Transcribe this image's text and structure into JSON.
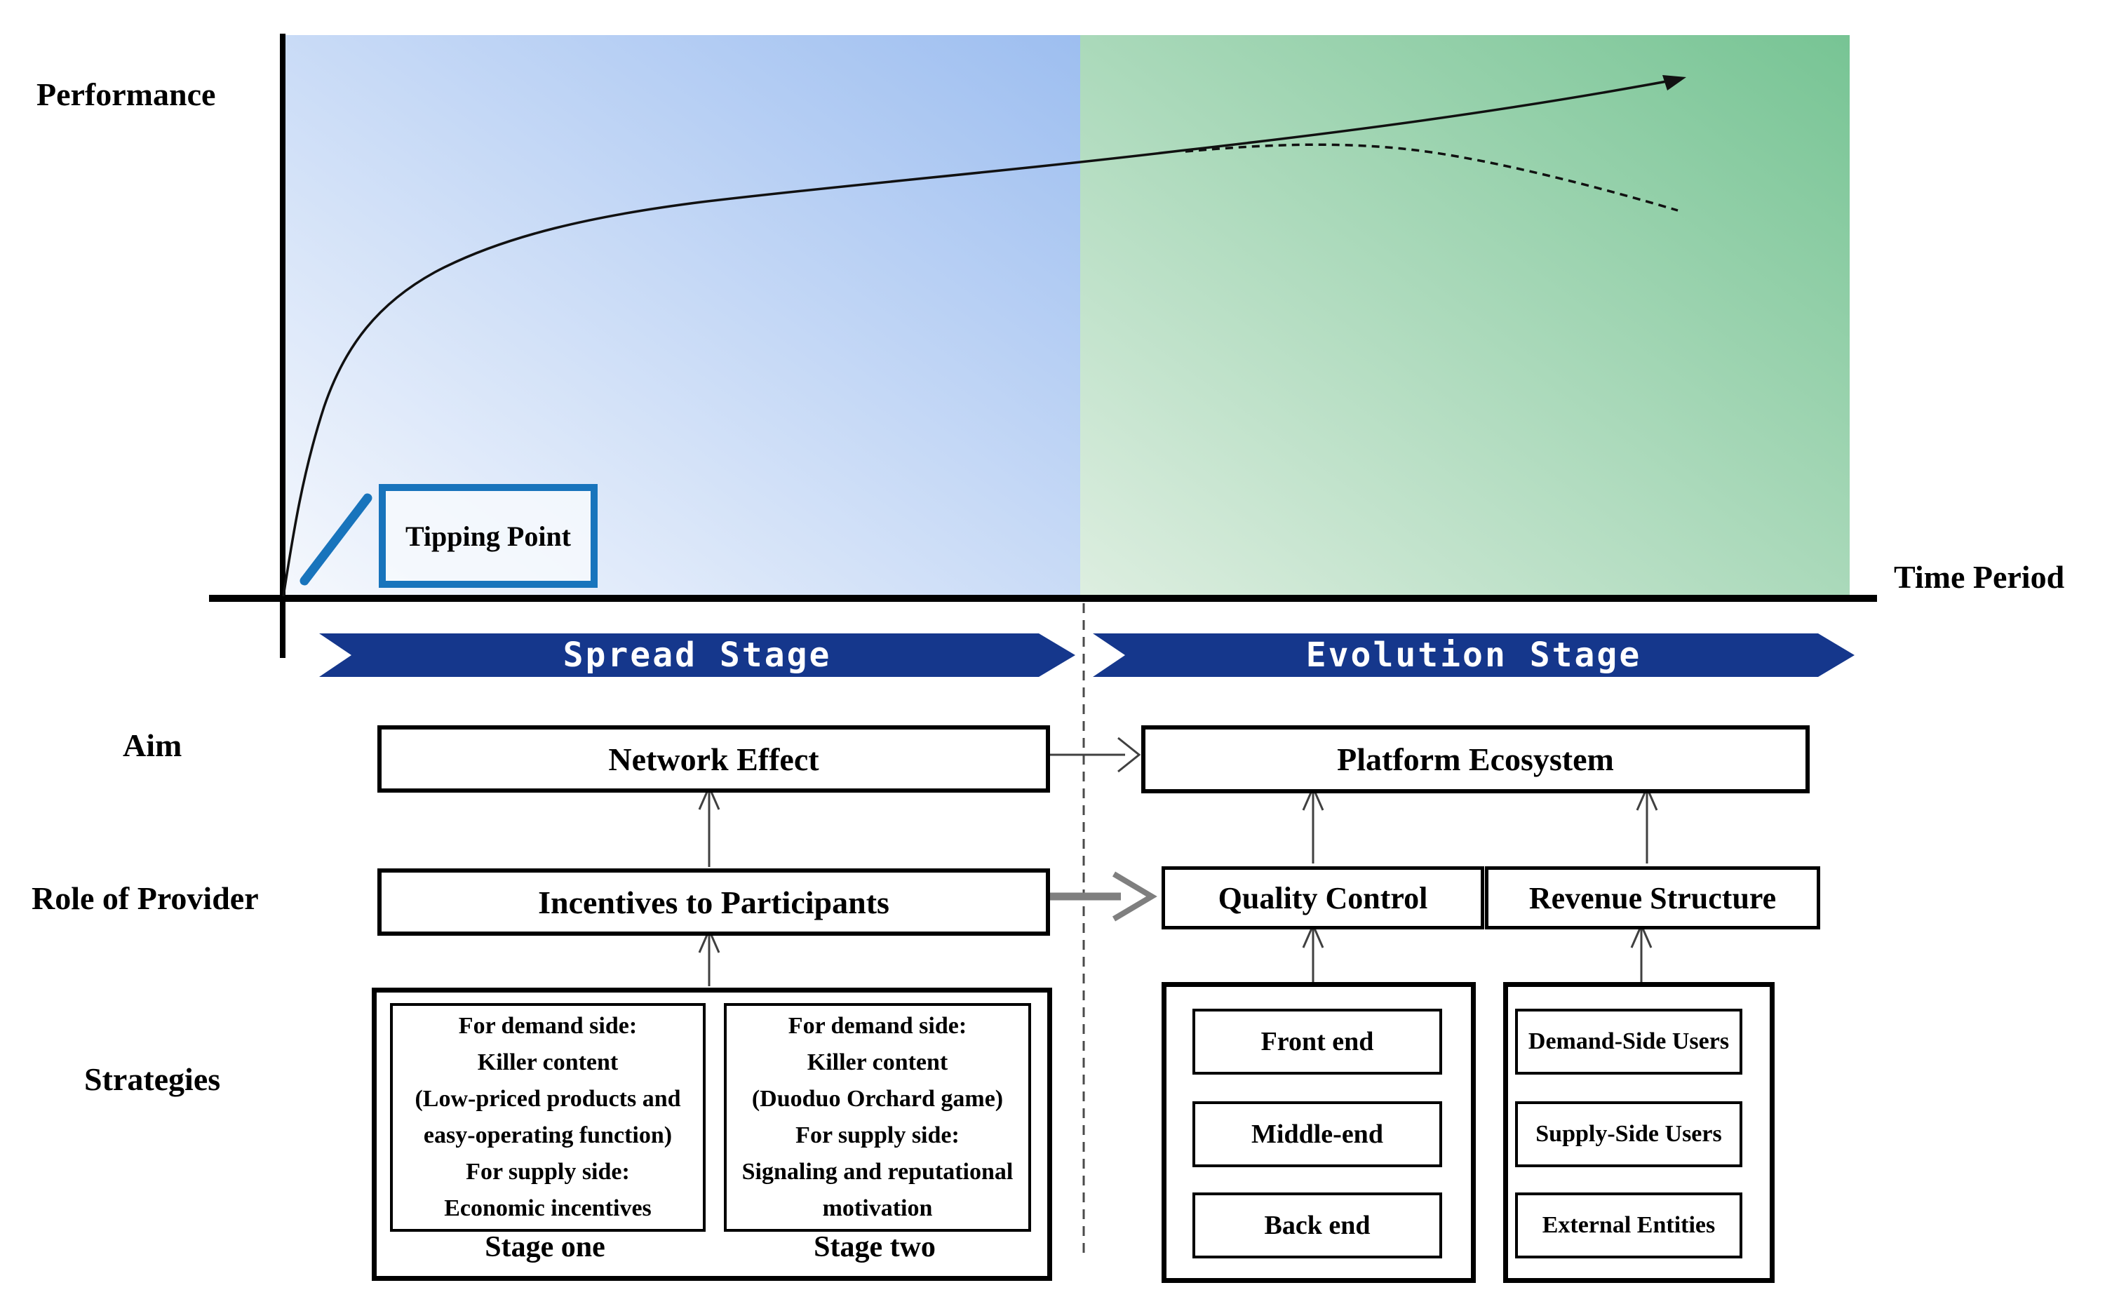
{
  "chart": {
    "y_axis_label": "Performance",
    "x_axis_label": "Time Period",
    "tipping_point_label": "Tipping Point",
    "solid_curve": "performance keeps rising through evolution stage",
    "dashed_curve": "alternative declining performance path"
  },
  "banners": {
    "spread": "Spread Stage",
    "evolution": "Evolution Stage"
  },
  "row_labels": {
    "aim": "Aim",
    "role": "Role of Provider",
    "strategies": "Strategies"
  },
  "boxes": {
    "network_effect": "Network Effect",
    "platform_ecosystem": "Platform Ecosystem",
    "incentives": "Incentives to Participants",
    "quality_control": "Quality Control",
    "revenue_structure": "Revenue Structure"
  },
  "strategies": {
    "stage_one": {
      "lines": [
        "For demand side:",
        "Killer content",
        "(Low-priced products and",
        "easy-operating function)",
        "For supply side:",
        "Economic incentives"
      ],
      "caption": "Stage one"
    },
    "stage_two": {
      "lines": [
        "For demand side:",
        "Killer content",
        "(Duoduo Orchard game)",
        "For supply side:",
        "Signaling and reputational",
        "motivation"
      ],
      "caption": "Stage two"
    },
    "quality_items": [
      "Front end",
      "Middle-end",
      "Back end"
    ],
    "revenue_items": [
      "Demand-Side Users",
      "Supply-Side Users",
      "External Entities"
    ]
  },
  "colors": {
    "banner-navy": "#15378c",
    "accent-blue": "#1874bc",
    "blue-light": "#f5f8fd",
    "blue-deep": "#9dbef0",
    "green-light": "#ddeee0",
    "green-deep": "#77c494",
    "arrow-gray": "#7f7f7f",
    "arrow-dark": "#404040"
  }
}
